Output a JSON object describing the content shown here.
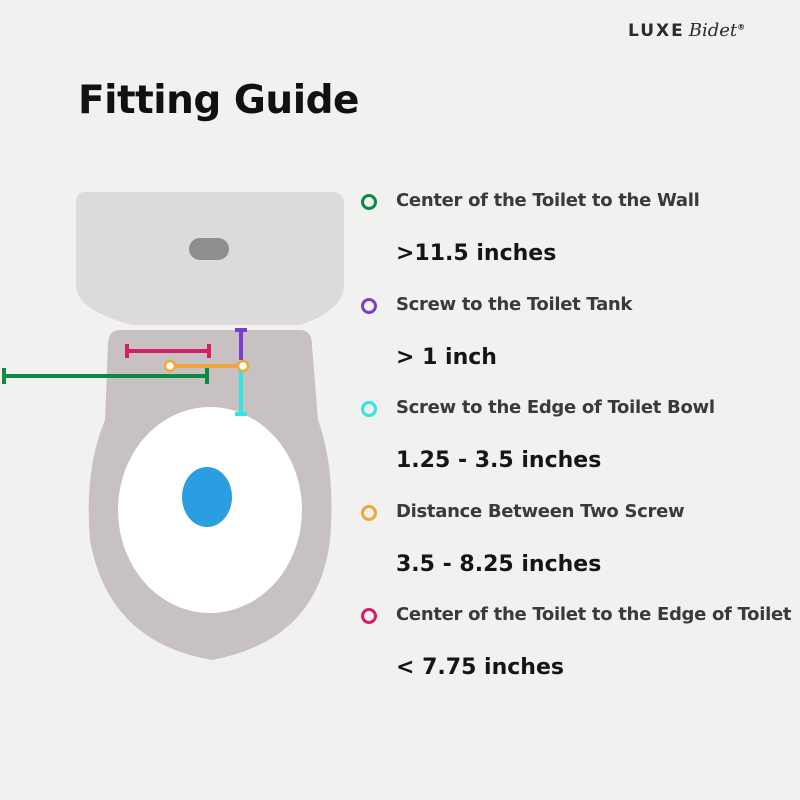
{
  "brand": {
    "name": "LUXE",
    "script": "Bidet",
    "mark": "®"
  },
  "title": "Fitting Guide",
  "colors": {
    "background": "#f1f1f0",
    "toilet_body": "#c8c1c1",
    "toilet_tank": "#dcdada",
    "bowl": "#ffffff",
    "water": "#2a9ee0",
    "green": "#0a8a44",
    "purple": "#7b3fcf",
    "cyan": "#2ee6e6",
    "orange": "#f2a63a",
    "magenta": "#d81b6a"
  },
  "measurements": [
    {
      "color_key": "green",
      "icon": "green-ring-icon",
      "label": "Center of the Toilet to the Wall",
      "value": ">11.5 inches"
    },
    {
      "color_key": "purple",
      "icon": "purple-ring-icon",
      "label": "Screw to the Toilet Tank",
      "value": "> 1 inch"
    },
    {
      "color_key": "cyan",
      "icon": "cyan-ring-icon",
      "label": "Screw to the Edge of Toilet Bowl",
      "value": "1.25 - 3.5 inches"
    },
    {
      "color_key": "orange",
      "icon": "orange-ring-icon",
      "label": "Distance Between Two Screw",
      "value": "3.5 - 8.25 inches"
    },
    {
      "color_key": "magenta",
      "icon": "magenta-ring-icon",
      "label": "Center of the Toilet to the Edge of Toilet",
      "value": "< 7.75 inches"
    }
  ]
}
